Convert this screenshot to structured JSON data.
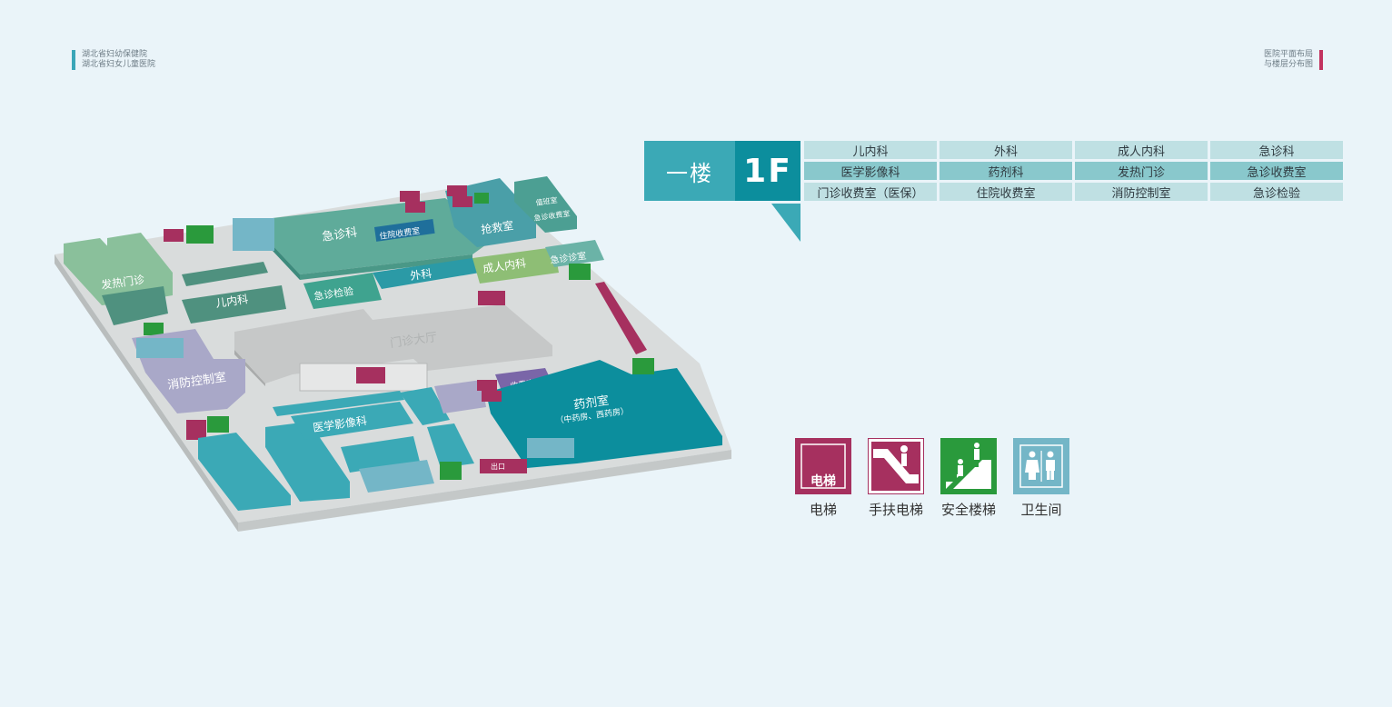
{
  "header": {
    "left_line1": "湖北省妇幼保健院",
    "left_line2": "湖北省妇女儿童医院",
    "right_line1": "医院平面布局",
    "right_line2": "与楼层分布图"
  },
  "floor": {
    "name_cn": "一楼",
    "code": "1F"
  },
  "departments": [
    [
      "儿内科",
      "外科",
      "成人内科",
      "急诊科"
    ],
    [
      "医学影像科",
      "药剂科",
      "发热门诊",
      "急诊收费室"
    ],
    [
      "门诊收费室（医保）",
      "住院收费室",
      "消防控制室",
      "急诊检验"
    ]
  ],
  "map_labels": {
    "emergency": "急诊科",
    "inpatient_fee": "住院收费室",
    "rescue": "抢救室",
    "surgery": "外科",
    "adult_internal": "成人内科",
    "emergency_clinic": "急诊诊室",
    "emergency_lab": "急诊检验",
    "fever_clinic": "发热门诊",
    "pediatrics": "儿内科",
    "hall": "门诊大厅",
    "fire_control": "消防控制室",
    "imaging": "医学影像科",
    "pharmacy": "药剂室",
    "pharmacy_sub": "（中药房、西药房）",
    "fee_office": "收费室",
    "entrance": "出口",
    "duty_room": "值班室",
    "emergency_fee": "急诊收费室"
  },
  "legend": [
    {
      "icon": "elevator-icon",
      "label": "电梯",
      "icon_text": "电梯",
      "color": "#a6305f"
    },
    {
      "icon": "escalator-icon",
      "label": "手扶电梯",
      "color": "#a6305f"
    },
    {
      "icon": "stairs-icon",
      "label": "安全楼梯",
      "color": "#2a9a3c"
    },
    {
      "icon": "restroom-icon",
      "label": "卫生间",
      "color": "#74b6c7"
    }
  ],
  "colors": {
    "teal_dark": "#0c8e9d",
    "teal": "#3ba9b6",
    "green_room": "#5e9f8b",
    "light_green": "#8ac09b",
    "lavender": "#a9a8c8",
    "purple": "#7a66a8",
    "elevator": "#a6305f",
    "stairs": "#2a9a3c",
    "restroom": "#74b6c7",
    "floor_gray": "#d9dcdc"
  }
}
